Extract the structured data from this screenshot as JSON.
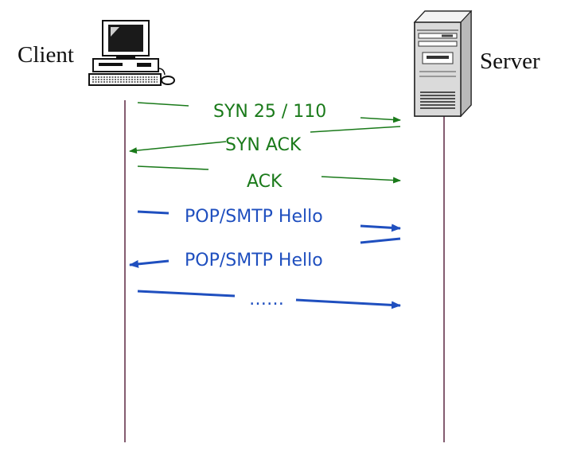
{
  "client": {
    "label": "Client",
    "icon": "desktop-computer-icon"
  },
  "server": {
    "label": "Server",
    "icon": "server-tower-icon"
  },
  "colors": {
    "lifeline": "#5b2740",
    "handshake": "#1a7a1a",
    "app": "#1f4fbf"
  },
  "messages": [
    {
      "label": "SYN 25 / 110",
      "direction": "client-to-server",
      "kind": "handshake"
    },
    {
      "label": "SYN ACK",
      "direction": "server-to-client",
      "kind": "handshake"
    },
    {
      "label": "ACK",
      "direction": "client-to-server",
      "kind": "handshake"
    },
    {
      "label": "POP/SMTP Hello",
      "direction": "client-to-server",
      "kind": "app"
    },
    {
      "label": "POP/SMTP Hello",
      "direction": "server-to-client",
      "kind": "app"
    },
    {
      "label": "……",
      "direction": "client-to-server",
      "kind": "app"
    }
  ]
}
